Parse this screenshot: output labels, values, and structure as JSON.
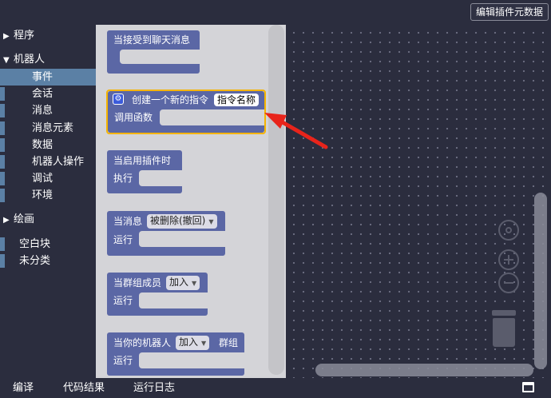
{
  "header": {
    "edit_meta_label": "编辑插件元数据"
  },
  "sidebar": {
    "cat_program": "程序",
    "cat_robot": "机器人",
    "robot_items": [
      "事件",
      "会话",
      "消息",
      "消息元素",
      "数据",
      "机器人操作",
      "调试",
      "环境"
    ],
    "cat_draw": "绘画",
    "other_items": [
      "空白块",
      "未分类"
    ]
  },
  "blocks": {
    "b1_label": "当接受到聊天消息",
    "b2_label": "创建一个新的指令",
    "b2_field": "指令名称",
    "b2_line2": "调用函数",
    "b3_label": "当启用插件时",
    "b3_line2": "执行",
    "b4_label": "当消息",
    "b4_dropdown": "被删除(撤回)",
    "b4_line2": "运行",
    "b5_label": "当群组成员",
    "b5_dropdown": "加入",
    "b5_line2": "运行",
    "b6_label": "当你的机器人",
    "b6_dropdown": "加入",
    "b6_suffix": "群组",
    "b6_line2": "运行"
  },
  "footer": {
    "tabs": [
      "编译",
      "代码结果",
      "运行日志"
    ]
  },
  "colors": {
    "block": "#5b67a5",
    "selected": "#5b80a5",
    "highlight": "#f5b400",
    "arrow": "#e8241b"
  },
  "icons": [
    "gear-icon",
    "recenter-icon",
    "zoom-in-icon",
    "zoom-out-icon",
    "trash-icon",
    "window-icon",
    "triangle-right-icon",
    "triangle-down-icon"
  ]
}
